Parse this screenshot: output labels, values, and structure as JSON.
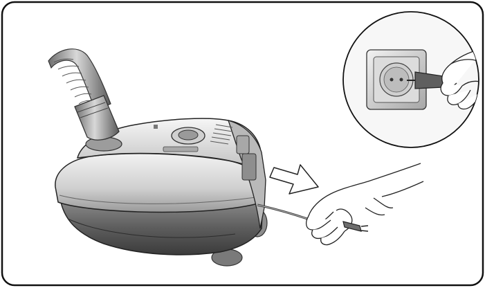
{
  "figure": {
    "kind": "instruction-illustration",
    "text": "",
    "elements": [
      "vacuum-cleaner",
      "hose",
      "power-cord",
      "hand-pulling-plug",
      "direction-arrow",
      "inset-wall-socket",
      "hand-unplugging"
    ],
    "colors": {
      "frame": "#111111",
      "body_light": "#e4e4e4",
      "body_dark": "#555555",
      "outline": "#222222",
      "inset_bg": "#f2f2f2"
    }
  }
}
